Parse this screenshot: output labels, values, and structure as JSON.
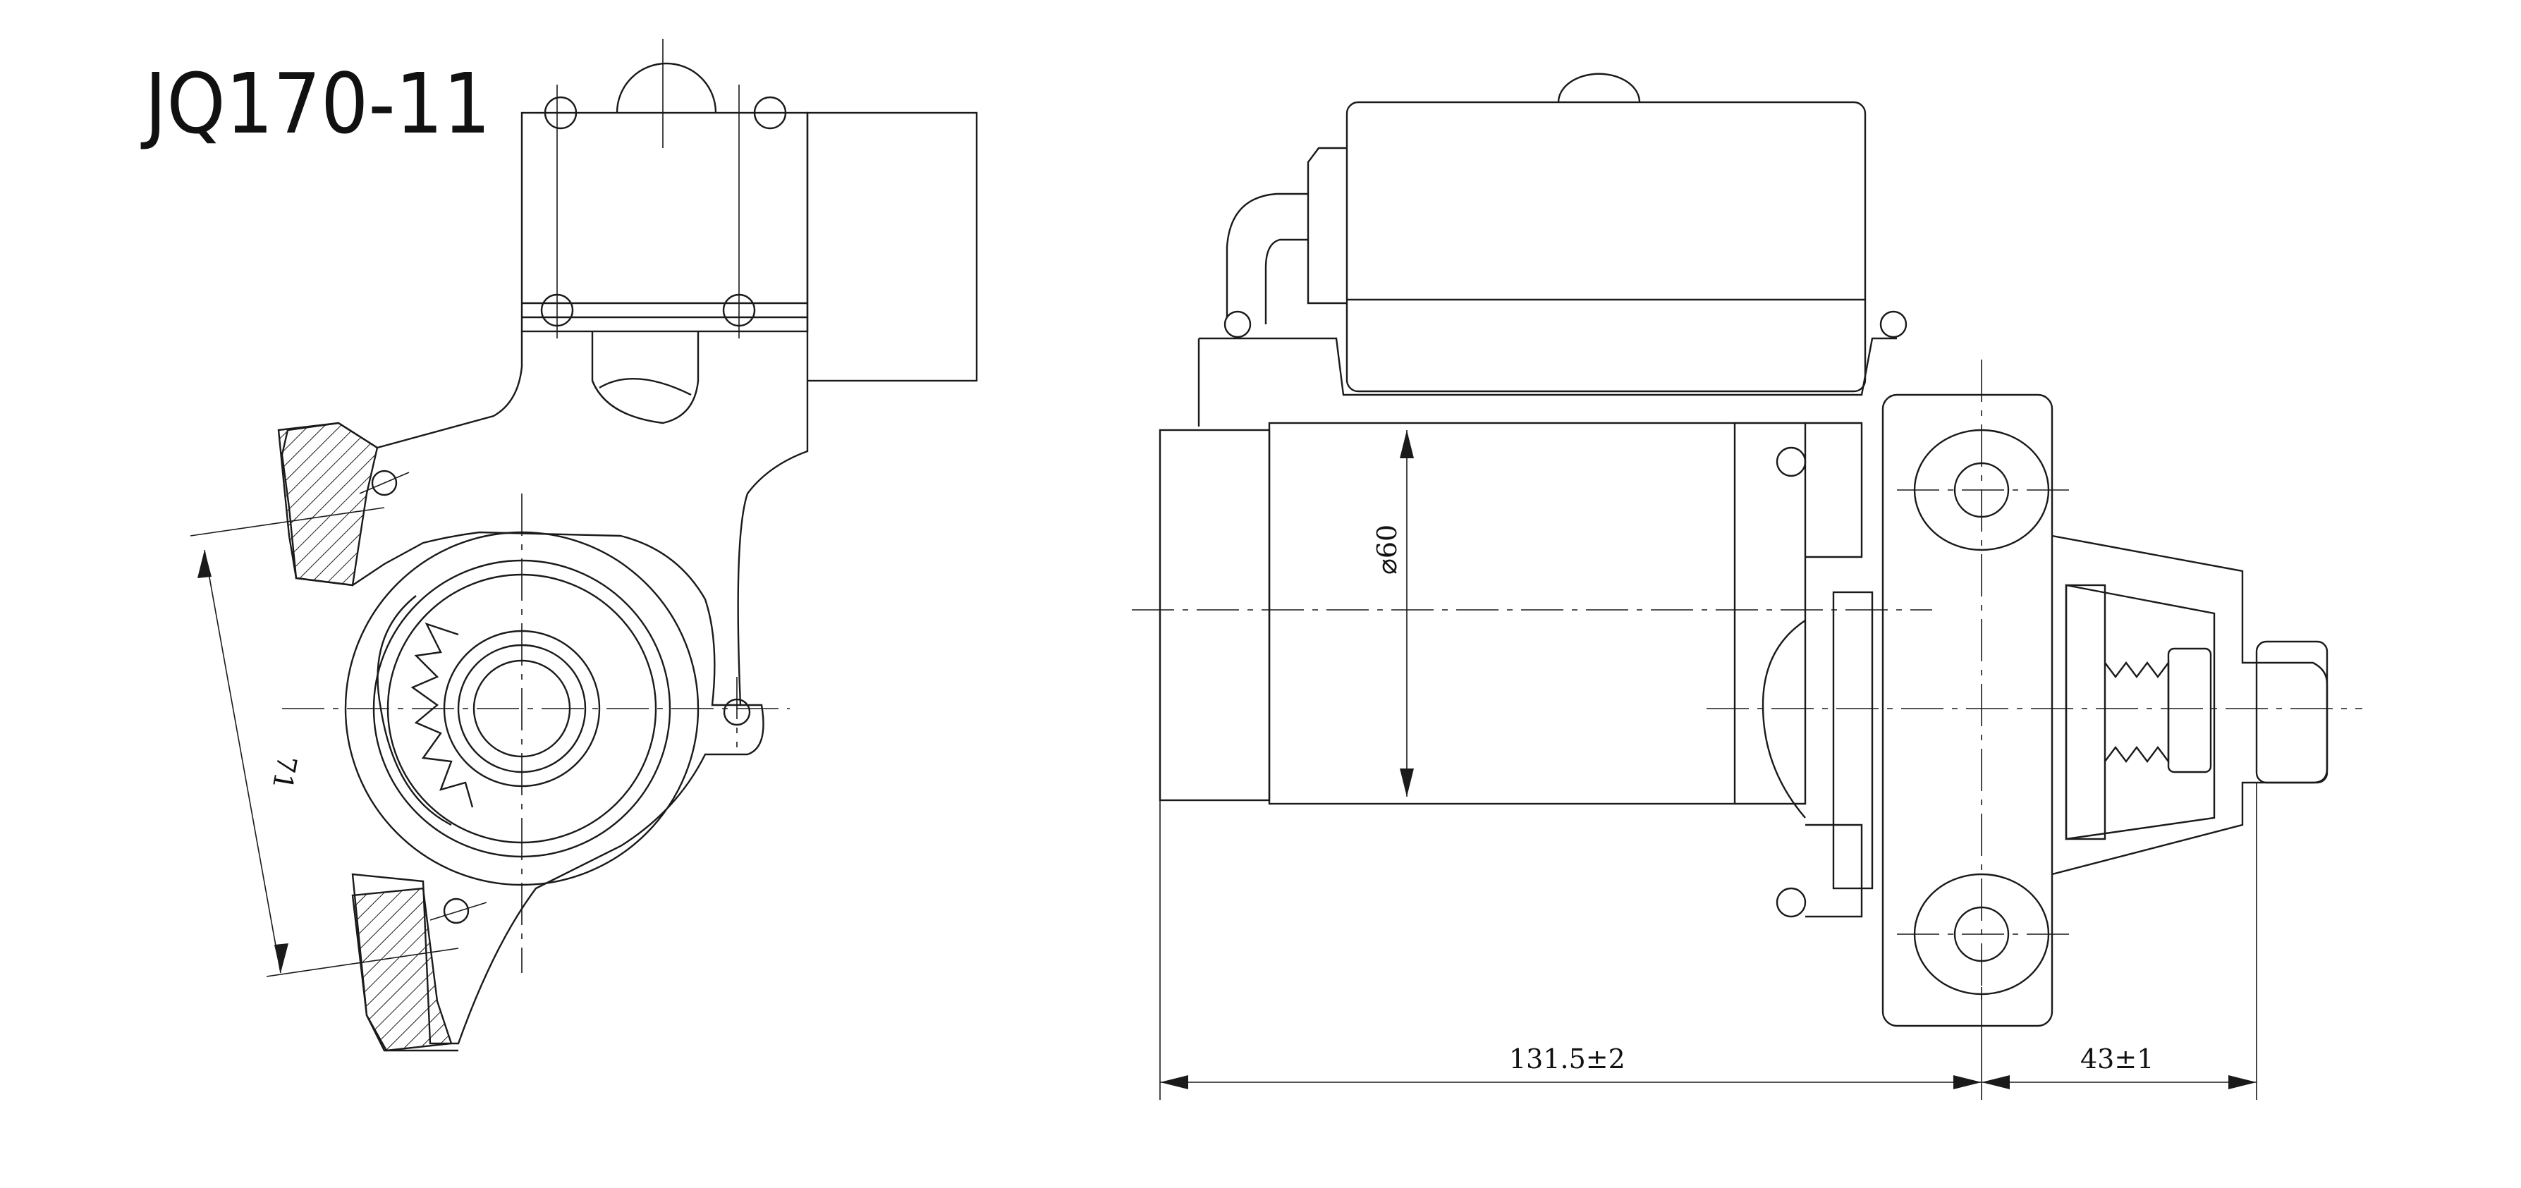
{
  "title": "JQ170-11",
  "dimensions": {
    "diameter": "⌀60",
    "length": "131.5±2",
    "pinion_offset": "43±1",
    "side_view": "71"
  },
  "colors": {
    "line": "#1a1a1a",
    "background": "#ffffff"
  }
}
